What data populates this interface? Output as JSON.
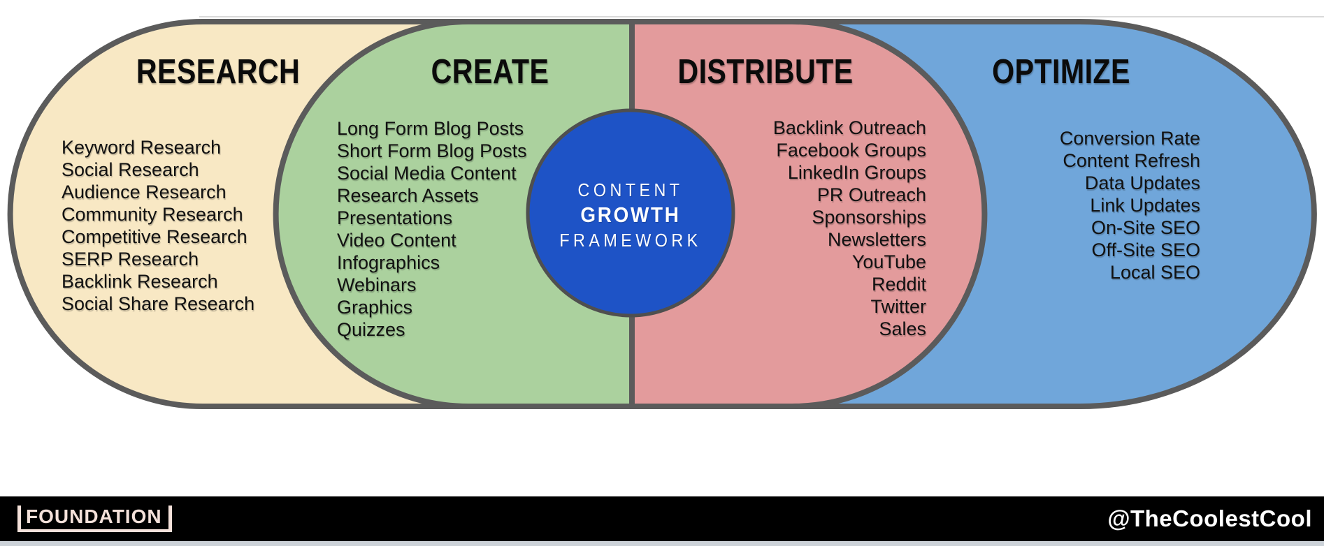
{
  "center_circle": {
    "line1": "CONTENT",
    "line2": "GROWTH",
    "line3": "FRAMEWORK"
  },
  "sections": [
    {
      "id": "research",
      "label": "RESEARCH",
      "items": [
        "Keyword Research",
        "Social Research",
        "Audience Research",
        "Community Research",
        "Competitive Research",
        "SERP Research",
        "Backlink Research",
        "Social Share Research"
      ]
    },
    {
      "id": "create",
      "label": "CREATE",
      "items": [
        "Long Form Blog Posts",
        "Short Form Blog Posts",
        "Social Media Content",
        "Research Assets",
        "Presentations",
        "Video Content",
        "Infographics",
        "Webinars",
        "Graphics",
        "Quizzes"
      ]
    },
    {
      "id": "distribute",
      "label": "DISTRIBUTE",
      "items": [
        "Backlink Outreach",
        "Facebook Groups",
        "LinkedIn Groups",
        "PR Outreach",
        "Sponsorships",
        "Newsletters",
        "YouTube",
        "Reddit",
        "Twitter",
        "Sales"
      ]
    },
    {
      "id": "optimize",
      "label": "OPTIMIZE",
      "items": [
        "Conversion Rate",
        "Content Refresh",
        "Data Updates",
        "Link Updates",
        "On-Site SEO",
        "Off-Site SEO",
        "Local SEO"
      ]
    }
  ],
  "footer": {
    "brand": "FOUNDATION",
    "handle": "@TheCoolestCool"
  },
  "colors": {
    "research_fill": "#f8e8c4",
    "create_fill": "#abd19e",
    "distribute_fill": "#e39b9c",
    "optimize_fill": "#70a6da",
    "circle_fill": "#1e53c6",
    "shape_stroke": "#5b5b5b",
    "circle_stroke": "#4f4f4f",
    "hairline": "#d9d9d9",
    "footer_bg": "#000000",
    "brand_color": "#f4e1da",
    "handle_color": "#ffffff",
    "bottom_strip": "#ccd2d8"
  }
}
